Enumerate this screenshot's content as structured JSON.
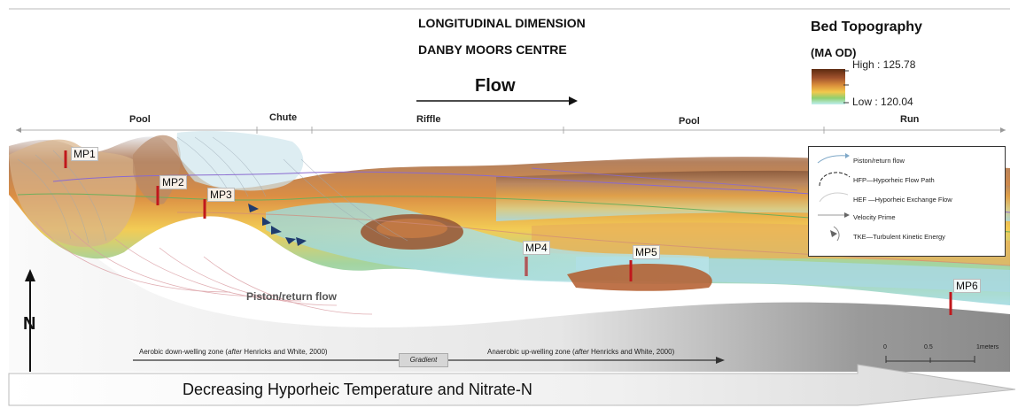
{
  "header": {
    "line1": "LONGITUDINAL DIMENSION",
    "line2": "DANBY MOORS CENTRE",
    "flow": "Flow"
  },
  "bed_topography": {
    "title": "Bed Topography",
    "unit": "(MA OD)",
    "high": "High : 125.78",
    "low": "Low : 120.04",
    "colors": [
      "#5c2a10",
      "#a0522d",
      "#d98c3a",
      "#f2c94c",
      "#8fcf70",
      "#bfeff0"
    ]
  },
  "reaches": [
    {
      "label": "Pool"
    },
    {
      "label": "Chute"
    },
    {
      "label": "Riffle"
    },
    {
      "label": "Pool"
    },
    {
      "label": "Run"
    }
  ],
  "measurement_points": [
    "MP1",
    "MP2",
    "MP3",
    "MP4",
    "MP5",
    "MP6"
  ],
  "legend": {
    "items": [
      {
        "icon": "piston-return-flow-icon",
        "text": "Piston/return flow"
      },
      {
        "icon": "hyporheic-flow-path-icon",
        "text": "HFP—Hyporheic Flow Path"
      },
      {
        "icon": "hyporheic-exchange-flow-icon",
        "text": "HEF —Hyporheic Exchange Flow"
      },
      {
        "icon": "velocity-prime-icon",
        "text": "Velocity Prime"
      },
      {
        "icon": "turbulent-kinetic-energy-icon",
        "text": "TKE—Turbulent Kinetic Energy"
      }
    ]
  },
  "annotations": {
    "piston": "Piston/return flow",
    "north": "N",
    "aerobic_prefix": "Aerobic down-welling zone (",
    "aerobic_after": "after",
    "aerobic_suffix": " Henricks and White, 2000)",
    "gradient": "Gradient",
    "anaerobic_prefix": "Anaerobic up-welling zone (",
    "anaerobic_after": "after",
    "anaerobic_suffix": " Henricks and White, 2000)"
  },
  "scale_bar": {
    "t0": "0",
    "t1": "0.5",
    "t2": "1meters"
  },
  "bottom_banner": "Decreasing Hyporheic Temperature and Nitrate-N"
}
